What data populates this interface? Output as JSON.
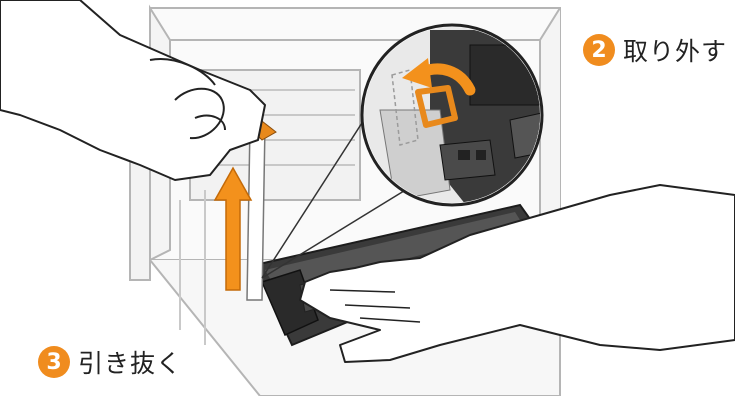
{
  "colors": {
    "badge": "#f08c1e",
    "tab_accent": "#e8891c",
    "arrow": "#f3911c",
    "outline": "#9b9b9b",
    "cartridge": "#2c2c2c"
  },
  "steps": [
    {
      "number": "2",
      "label": "取り外す"
    },
    {
      "number": "3",
      "label": "引き抜く"
    }
  ],
  "icons": {
    "remove_arrow": "curved-arrow-left-icon",
    "pull_arrow": "arrow-up-icon"
  }
}
